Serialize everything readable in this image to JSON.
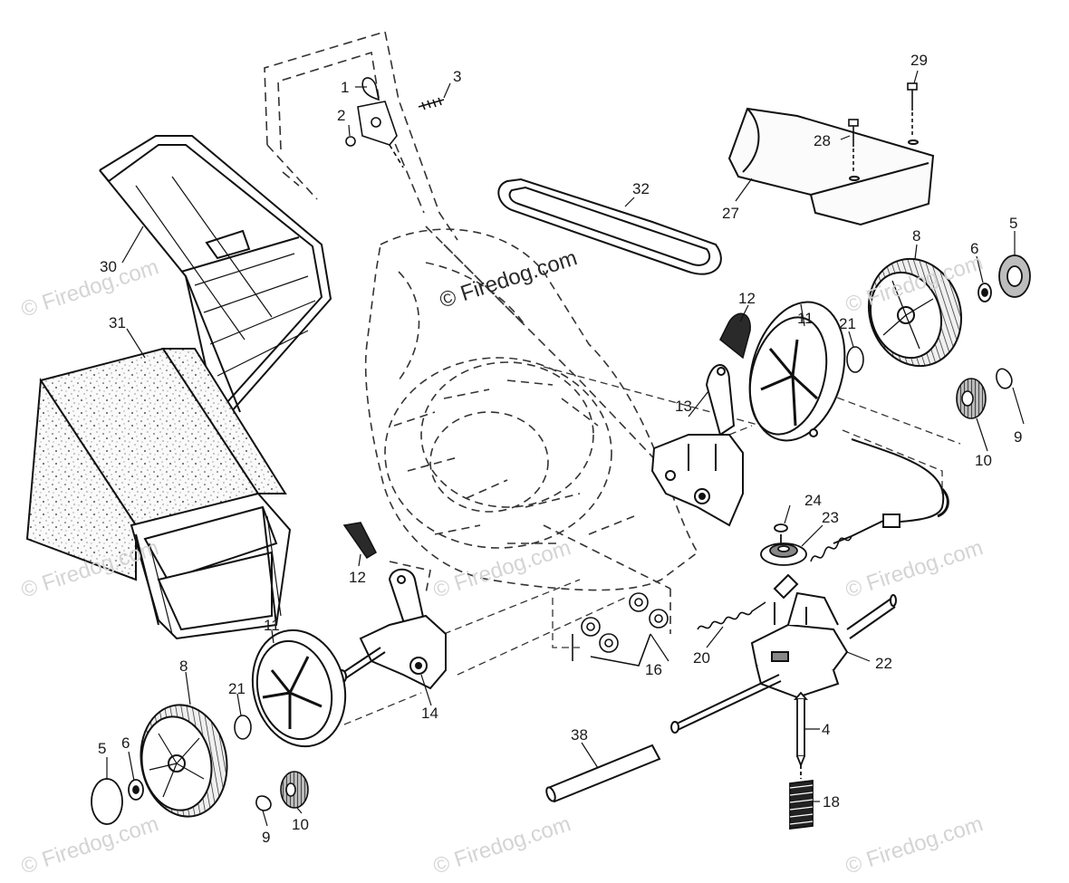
{
  "watermark": {
    "main": "© Firedog.com",
    "faint": "© Firedog.com"
  },
  "callouts": {
    "c1": "1",
    "c2": "2",
    "c3": "3",
    "c29": "29",
    "c28": "28",
    "c27": "27",
    "c32": "32",
    "c30": "30",
    "c31": "31",
    "c8_right": "8",
    "c5_right": "5",
    "c6_right": "6",
    "c12_top": "12",
    "c11_right": "11",
    "c21_right": "21",
    "c13": "13",
    "c10_right": "10",
    "c9_right": "9",
    "c24": "24",
    "c23": "23",
    "c12_bottom": "12",
    "c11_left": "11",
    "c14": "14",
    "c8_left": "8",
    "c21_left": "21",
    "c20": "20",
    "c16": "16",
    "c22": "22",
    "c5_left": "5",
    "c6_left": "6",
    "c38": "38",
    "c4": "4",
    "c9_left": "9",
    "c10_left": "10",
    "c18": "18"
  }
}
